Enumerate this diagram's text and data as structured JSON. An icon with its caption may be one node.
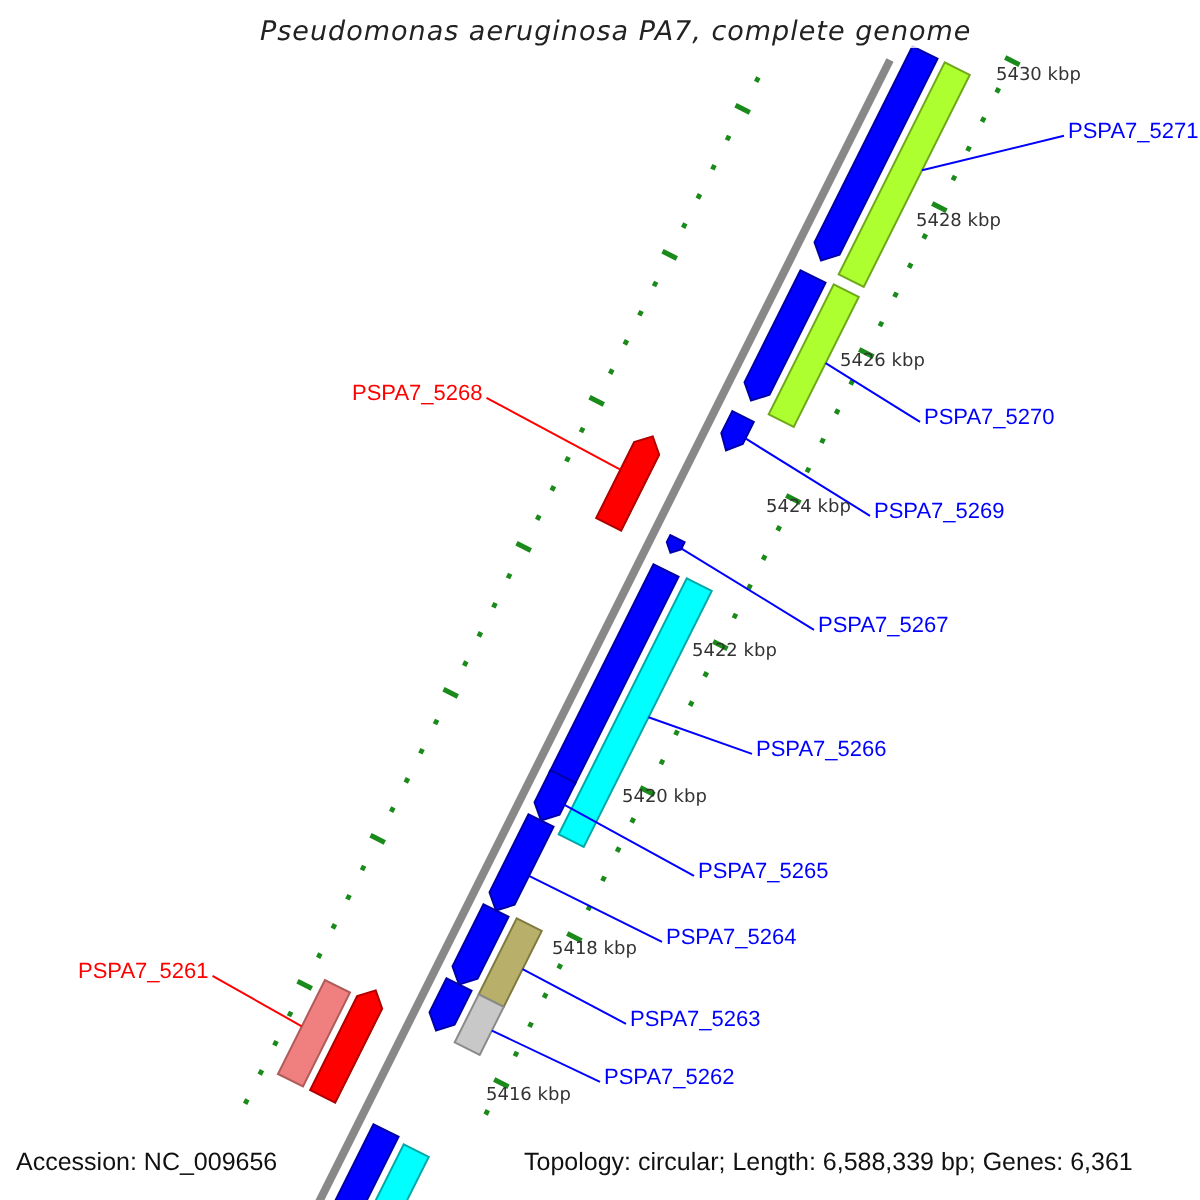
{
  "diagram": {
    "title": "Pseudomonas aeruginosa PA7, complete genome",
    "nodes": [
      {
        "text": [
          "PSPA7_5271"
        ]
      },
      {
        "text": [
          "PSPA7_5268"
        ]
      },
      {
        "text": [
          "PSPA7_5270"
        ]
      },
      {
        "text": [
          "PSPA7_5269"
        ]
      },
      {
        "text": [
          "PSPA7_5267"
        ]
      },
      {
        "text": [
          "PSPA7_5266"
        ]
      },
      {
        "text": [
          "PSPA7_5265"
        ]
      },
      {
        "text": [
          "PSPA7_5264"
        ]
      },
      {
        "text": [
          "PSPA7_5261"
        ]
      },
      {
        "text": [
          "PSPA7_5263"
        ]
      },
      {
        "text": [
          "PSPA7_5262"
        ]
      },
      {
        "text": [],
        "shape": "bar"
      },
      {
        "text": [],
        "shape": "bar"
      },
      {
        "text": [],
        "shape": "bar"
      },
      {
        "text": [],
        "shape": "bar"
      },
      {
        "text": [],
        "shape": "bar"
      },
      {
        "text": [],
        "shape": "bar"
      },
      {
        "text": [],
        "shape": "bar"
      },
      {
        "text": [],
        "shape": "bar"
      },
      {
        "text": [],
        "shape": "bar"
      },
      {
        "text": [],
        "shape": "bar"
      },
      {
        "text": [],
        "shape": "bar"
      },
      {
        "text": [],
        "shape": "bar"
      },
      {
        "text": [],
        "shape": "bar"
      },
      {
        "text": [],
        "shape": "bar"
      },
      {
        "text": [],
        "shape": "bar"
      },
      {
        "text": [],
        "shape": "bar"
      },
      {
        "text": [],
        "shape": "bar"
      },
      {
        "text": [],
        "shape": "bar"
      },
      {
        "text": [],
        "shape": "bar"
      }
    ],
    "edges": [
      {
        "from": 0,
        "to": 12,
        "arrow": "none"
      },
      {
        "from": 1,
        "to": 16,
        "arrow": "none",
        "color": "#ff0000"
      },
      {
        "from": 2,
        "to": 14,
        "arrow": "none"
      },
      {
        "from": 3,
        "to": 15,
        "arrow": "none"
      },
      {
        "from": 4,
        "to": 17,
        "arrow": "none"
      },
      {
        "from": 5,
        "to": 19,
        "arrow": "none"
      },
      {
        "from": 6,
        "to": 20,
        "arrow": "none"
      },
      {
        "from": 7,
        "to": 21,
        "arrow": "none"
      },
      {
        "from": 8,
        "to": 25,
        "arrow": "none",
        "color": "#ff0000"
      },
      {
        "from": 9,
        "to": 23,
        "arrow": "none"
      },
      {
        "from": 10,
        "to": 27,
        "arrow": "none"
      }
    ],
    "labels": [
      "5430 kbp",
      "5428 kbp",
      "5426 kbp",
      "5424 kbp",
      "5422 kbp",
      "5420 kbp",
      "5418 kbp",
      "5416 kbp",
      "Accession: NC_009656",
      "Topology: circular; Length: 6,588,339 bp; Genes: 6,361"
    ]
  }
}
